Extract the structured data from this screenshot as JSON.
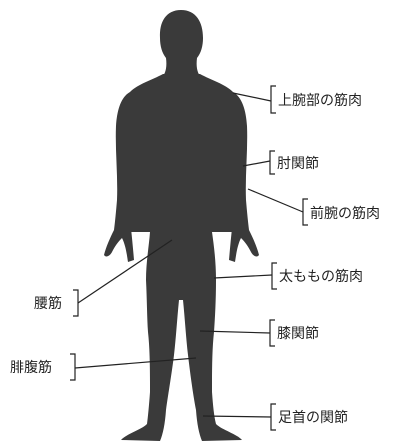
{
  "colors": {
    "silhouette": "#3a3a3a",
    "line": "#222222",
    "text": "#222222",
    "background": "#ffffff"
  },
  "labels": {
    "upper_arm_muscle": "上腕部の筋肉",
    "elbow_joint": "肘関節",
    "forearm_muscle": "前腕の筋肉",
    "lower_back_muscle": "腰筋",
    "thigh_muscle": "太ももの筋肉",
    "knee_joint": "膝関節",
    "calf_muscle": "腓腹筋",
    "ankle_joint": "足首の関節"
  }
}
